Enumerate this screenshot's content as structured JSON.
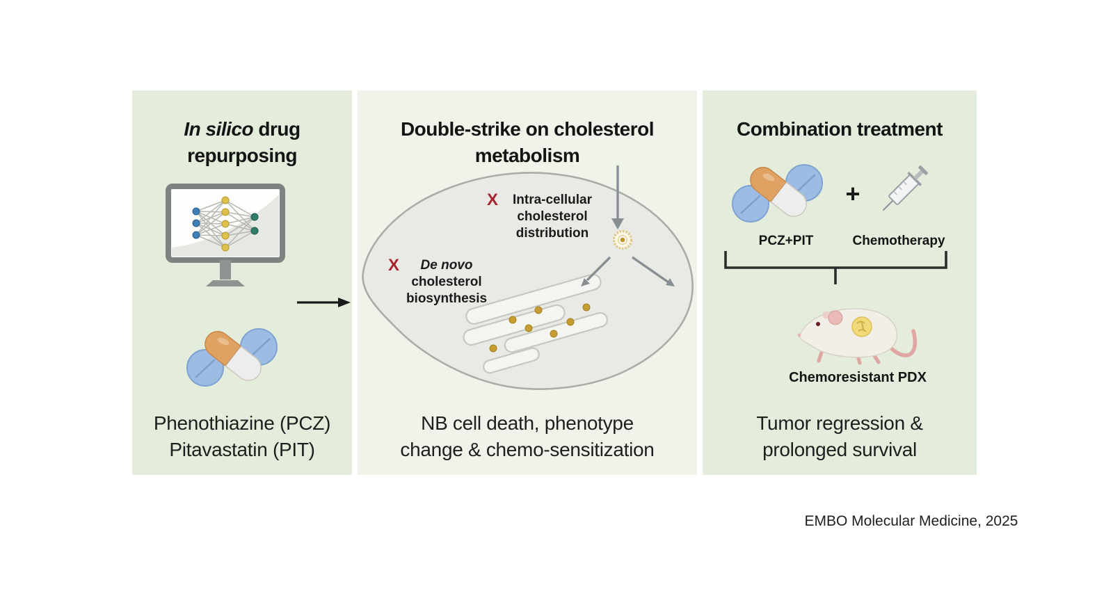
{
  "colors": {
    "panel_green": "#e4ecdb",
    "panel_light": "#f0f3ea",
    "x_red": "#a5242e",
    "cholesterol_gold": "#c59d33",
    "arrow_gray": "#878f94",
    "ink": "#141414"
  },
  "icons": {
    "monitor": "monitor-neural-network-icon",
    "pills": "pills-capsule-tablets-icon",
    "arrow_right": "right-arrow-icon",
    "cell": "tumor-cell-icon",
    "vesicle": "cholesterol-vesicle-icon",
    "er": "endoplasmic-reticulum-icon",
    "syringe": "syringe-icon",
    "plus": "plus-icon",
    "bracket": "combination-bracket-icon",
    "mouse": "pdx-mouse-icon"
  },
  "panel1": {
    "title_italic": "In silico",
    "title_after_italic": " drug",
    "title_line2": "repurposing",
    "caption1": "Phenothiazine (PCZ)",
    "caption2": "Pitavastatin (PIT)"
  },
  "panel2": {
    "title1": "Double-strike on cholesterol",
    "title2": "metabolism",
    "strike1": {
      "mark": "X",
      "line1": "Intra-cellular",
      "line2": "cholesterol",
      "line3": "distribution"
    },
    "strike2": {
      "mark": "X",
      "line1_italic": "De novo",
      "line2": "cholesterol",
      "line3": "biosynthesis"
    },
    "caption1": "NB cell death, phenotype",
    "caption2": "change & chemo-sensitization"
  },
  "panel3": {
    "title1": "Combination treatment",
    "plus": "+",
    "label_drugs": "PCZ+PIT",
    "label_chemo": "Chemotherapy",
    "label_model": "Chemoresistant PDX",
    "caption1": "Tumor regression &",
    "caption2": "prolonged survival"
  },
  "credit": "EMBO Molecular Medicine, 2025"
}
